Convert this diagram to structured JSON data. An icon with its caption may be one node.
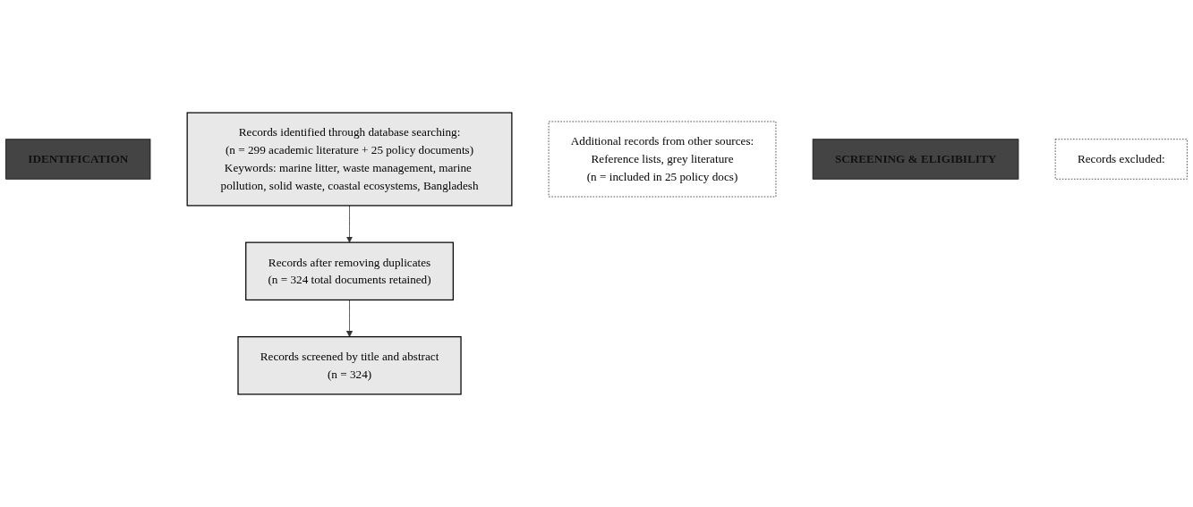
{
  "diagram": {
    "nodes": [
      {
        "text": [
          "IDENTIFICATION"
        ]
      },
      {
        "text": [
          "Records identified through database searching:",
          "(n = 299 academic literature + 25 policy documents)",
          "Keywords: marine litter, waste management, marine pollution, solid waste, coastal ecosystems, Bangladesh"
        ]
      },
      {
        "text": [
          "Additional records from other sources:",
          "Reference lists, grey literature",
          "(n = included in 25 policy docs)"
        ]
      },
      {
        "text": [
          "Records after removing duplicates",
          "(n = 324 total documents retained)"
        ]
      },
      {
        "text": [
          "SCREENING & ELIGIBILITY"
        ]
      },
      {
        "text": [
          "Records screened by title and abstract",
          "(n = 324)"
        ]
      },
      {
        "text": [
          "Records excluded:"
        ]
      }
    ],
    "edges": [
      {
        "from": 1,
        "to": 3,
        "arrow": "to"
      },
      {
        "from": 3,
        "to": 5,
        "arrow": "to"
      }
    ]
  }
}
